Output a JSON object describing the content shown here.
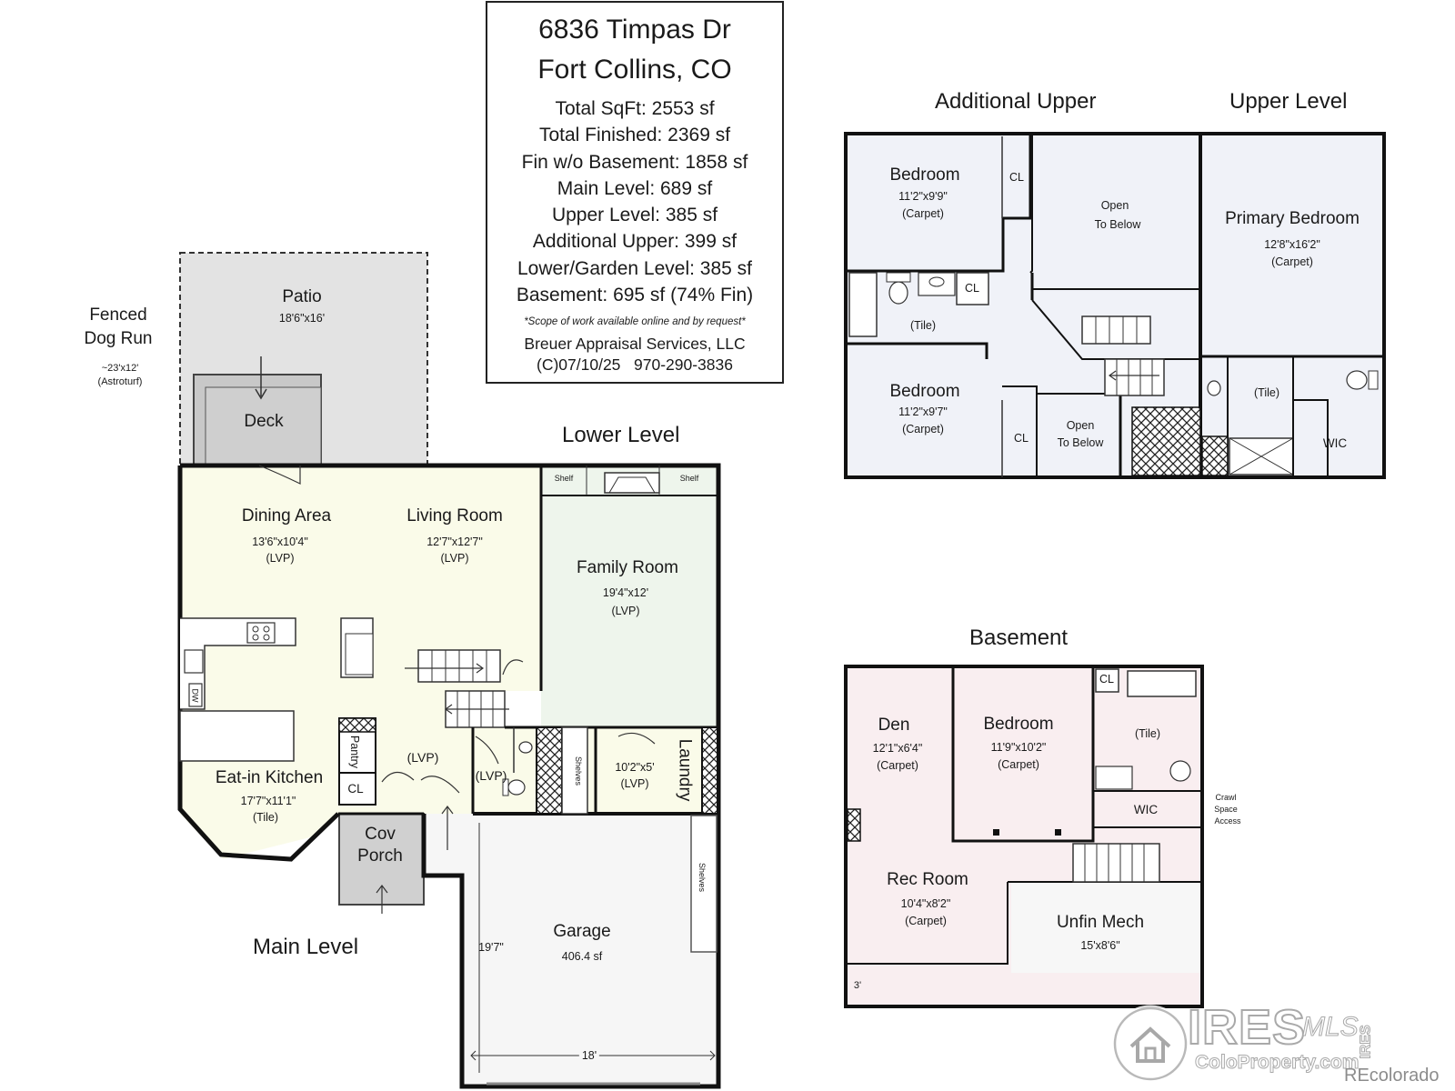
{
  "info": {
    "address_line1": "6836 Timpas Dr",
    "address_line2": "Fort Collins, CO",
    "stats": [
      "Total SqFt: 2553 sf",
      "Total Finished: 2369 sf",
      "Fin w/o Basement: 1858 sf",
      "Main Level: 689 sf",
      "Upper Level: 385 sf",
      "Additional Upper: 399 sf",
      "Lower/Garden Level: 385 sf",
      "Basement: 695 sf (74% Fin)"
    ],
    "note": "*Scope of work available online and by request*",
    "company": "Breuer Appraisal Services, LLC",
    "contact": "(C)07/10/25   970-290-3836"
  },
  "levels": {
    "additional_upper": "Additional Upper",
    "upper": "Upper Level",
    "lower": "Lower Level",
    "main": "Main Level",
    "basement": "Basement"
  },
  "main": {
    "fenced_name1": "Fenced",
    "fenced_name2": "Dog Run",
    "fenced_dim": "~23'x12'",
    "fenced_floor": "(Astroturf)",
    "patio_name": "Patio",
    "patio_dim": "18'6\"x16'",
    "deck": "Deck",
    "dining_name": "Dining Area",
    "dining_dim": "13'6\"x10'4\"",
    "dining_floor": "(LVP)",
    "living_name": "Living Room",
    "living_dim": "12'7\"x12'7\"",
    "living_floor": "(LVP)",
    "kitchen_name": "Eat-in Kitchen",
    "kitchen_dim": "17'7\"x11'1\"",
    "kitchen_floor": "(Tile)",
    "pantry": "Pantry",
    "cl": "CL",
    "dw": "DW",
    "foyer_floor": "(LVP)",
    "porch1": "Cov",
    "porch2": "Porch",
    "garage_name": "Garage",
    "garage_area": "406.4 sf",
    "garage_depth": "19'7\"",
    "garage_width": "18'",
    "garage_shelves": "Shelves"
  },
  "lower": {
    "shelf_left": "Shelf",
    "shelf_right": "Shelf",
    "family_name": "Family Room",
    "family_dim": "19'4\"x12'",
    "family_floor": "(LVP)",
    "half_bath_floor": "(LVP)",
    "shelves": "Shelves",
    "laundry_dim": "10'2\"x5'",
    "laundry_floor": "(LVP)",
    "laundry_name": "Laundry"
  },
  "additional_upper": {
    "bed1_name": "Bedroom",
    "bed1_dim": "11'2\"x9'9\"",
    "bed1_floor": "(Carpet)",
    "cl1": "CL",
    "bath_floor": "(Tile)",
    "cl2": "CL",
    "bed2_name": "Bedroom",
    "bed2_dim": "11'2\"x9'7\"",
    "bed2_floor": "(Carpet)",
    "cl3": "CL",
    "open1a": "Open",
    "open1b": "To Below",
    "open2a": "Open",
    "open2b": "To Below"
  },
  "upper": {
    "primary_name": "Primary Bedroom",
    "primary_dim": "12'8\"x16'2\"",
    "primary_floor": "(Carpet)",
    "bath_floor": "(Tile)",
    "wic": "WIC"
  },
  "basement": {
    "den_name": "Den",
    "den_dim": "12'1\"x6'4\"",
    "den_floor": "(Carpet)",
    "bed_name": "Bedroom",
    "bed_dim": "11'9\"x10'2\"",
    "bed_floor": "(Carpet)",
    "cl": "CL",
    "bath_floor": "(Tile)",
    "wic": "WIC",
    "crawl1": "Crawl",
    "crawl2": "Space",
    "crawl3": "Access",
    "rec_name": "Rec Room",
    "rec_dim": "10'4\"x8'2\"",
    "rec_floor": "(Carpet)",
    "mech_name": "Unfin Mech",
    "mech_dim": "15'x8'6\"",
    "corner_dim": "3'"
  },
  "watermark": {
    "brand": "IRES",
    "mls": "MLS",
    "site": "ColoProperty.com",
    "side": "IRES",
    "recolorado": "REcolorado"
  },
  "colors": {
    "main_fill": "#fafbe9",
    "lower_fill": "#eef5ec",
    "upper_fill": "#f0f2f8",
    "basement_fill": "#f9eef0",
    "patio_fill": "#e3e3e3",
    "deck_fill": "#cfcfcf",
    "wall": "#111111"
  }
}
